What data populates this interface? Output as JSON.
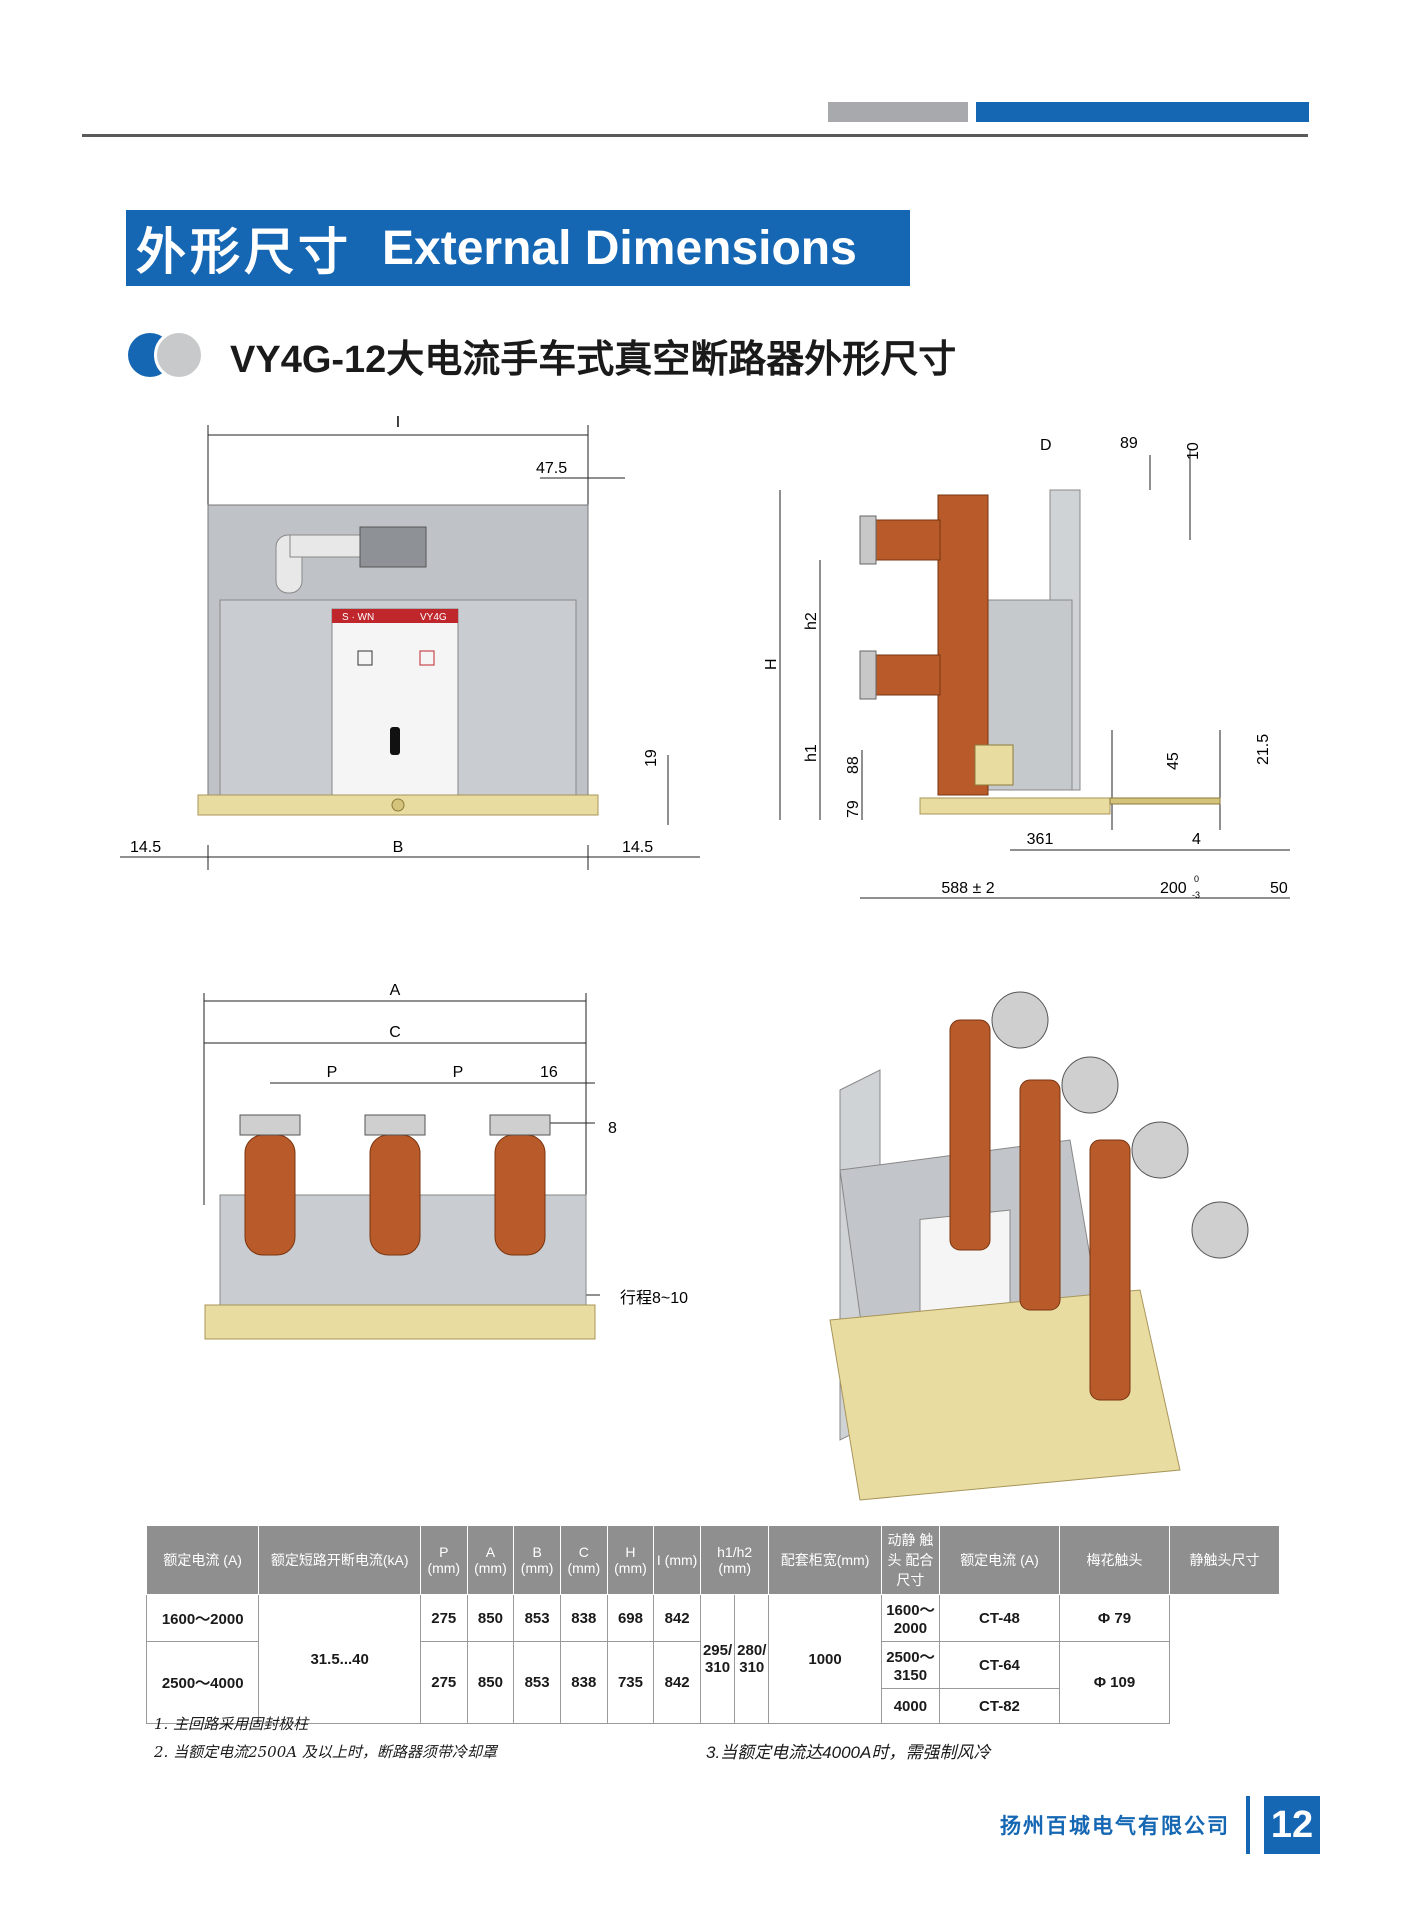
{
  "header": {
    "title_cn": "外形尺寸",
    "title_en": "External Dimensions",
    "subtitle": "VY4G-12大电流手车式真空断路器外形尺寸"
  },
  "front_view": {
    "dims": {
      "I": "I",
      "d47": "47.5",
      "d19": "19",
      "d14l": "14.5",
      "B": "B",
      "d14r": "14.5"
    },
    "panel_brand": "S · WN",
    "panel_model": "VY4G"
  },
  "side_view": {
    "dims": {
      "D": "D",
      "d89": "89",
      "d10": "10",
      "H": "H",
      "h2": "h2",
      "h1": "h1",
      "d88": "88",
      "d79": "79",
      "d45": "45",
      "d21": "21.5",
      "d361": "361",
      "d4": "4",
      "d588": "588 ± 2",
      "d200": "200",
      "tol_up": "0",
      "tol_dn": "-3",
      "d50": "50"
    }
  },
  "top_view": {
    "dims": {
      "A": "A",
      "C": "C",
      "P1": "P",
      "P2": "P",
      "d16": "16",
      "d8": "8",
      "stroke": "行程8~10"
    }
  },
  "table": {
    "headers": [
      "额定电流 (A)",
      "额定短路开断电流(kA)",
      "P (mm)",
      "A (mm)",
      "B (mm)",
      "C (mm)",
      "H (mm)",
      "I (mm)",
      "h1/h2 (mm)",
      "配套柜宽(mm)",
      "",
      "额定电流 (A)",
      "梅花触头",
      "静触头尺寸"
    ],
    "rows": {
      "r1": {
        "current": "1600～2000",
        "p": "275",
        "a": "850",
        "b": "853",
        "c": "838",
        "h": "698",
        "i": "842"
      },
      "r2": {
        "current": "2500～4000",
        "p": "275",
        "a": "850",
        "b": "853",
        "c": "838",
        "h": "735",
        "i": "842"
      },
      "breaking": "31.5...40",
      "h1": "295/ 310",
      "h2": "280/ 310",
      "width": "1000",
      "merged_label": "动静 触头 配合 尺寸"
    },
    "contacts": [
      {
        "current": "1600～2000",
        "type": "CT-48",
        "size": "Φ 79"
      },
      {
        "current": "2500～3150",
        "type": "CT-64",
        "size": ""
      },
      {
        "current": "4000",
        "type": "CT-82",
        "size": "Φ 109"
      }
    ]
  },
  "notes": {
    "n1": "1. 主回路采用固封极柱",
    "n2": "2. 当额定电流2500A 及以上时，断路器须带冷却罩",
    "n3": "3.当额定电流达4000A时，需强制风冷"
  },
  "footer": {
    "company": "扬州百城电气有限公司",
    "page": "12"
  },
  "colors": {
    "brand_blue": "#1567b4",
    "gray_bar": "#a7a9ac",
    "pole_copper": "#b85a2a",
    "chassis_yellow": "#e8dca0"
  }
}
